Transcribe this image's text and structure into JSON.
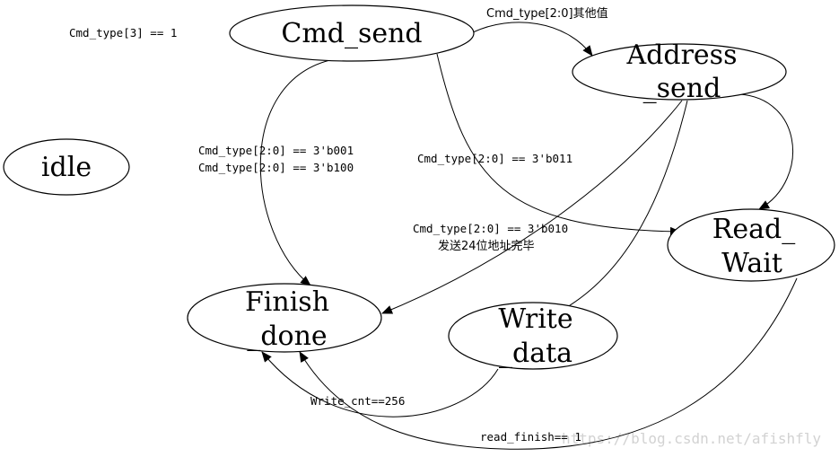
{
  "states": {
    "cmd_send": "Cmd_send",
    "address_send_line1": "Address",
    "address_send_line2": "_send",
    "idle": "idle",
    "read_wait_line1": "Read_",
    "read_wait_line2": "Wait",
    "finish_done_line1": "Finish",
    "finish_done_line2": "_done",
    "write_data_line1": "Write",
    "write_data_line2": "_data"
  },
  "transitions": {
    "cmd_type3": "Cmd_type[3] == 1",
    "cmd_other": "Cmd_type[2:0]其他值",
    "cmd_001": "Cmd_type[2:0] == 3'b001",
    "cmd_100": "Cmd_type[2:0] == 3'b100",
    "cmd_011": "Cmd_type[2:0] == 3'b011",
    "cmd_010": "Cmd_type[2:0] == 3'b010",
    "addr_done": "发送24位地址完毕",
    "write_cnt": "Write_cnt==256",
    "read_finish": "read_finish== 1"
  },
  "watermark": "https://blog.csdn.net/afishfly"
}
